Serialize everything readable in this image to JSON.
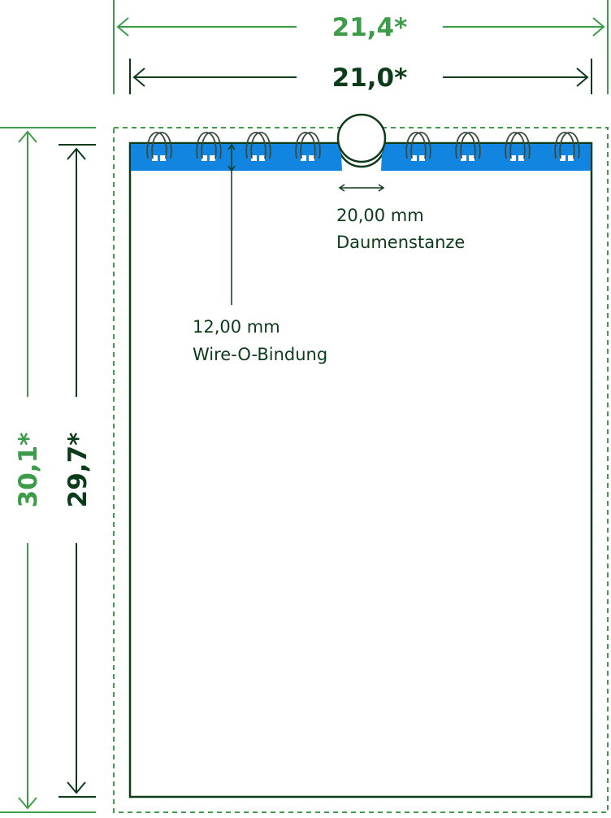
{
  "colors": {
    "outer_dim": "#3d9c49",
    "inner_dim": "#0c3b1a",
    "binding_strip": "#1185e0",
    "page_outline": "#0c3b1a",
    "dashed_outline": "#3d9c49",
    "wire": "#3a4a3e"
  },
  "dimensions": {
    "outer_width": "21,4*",
    "inner_width": "21,0*",
    "outer_height": "30,1*",
    "inner_height": "29,7*"
  },
  "annotations": {
    "thumb_cut": {
      "size": "20,00 mm",
      "label": "Daumenstanze"
    },
    "binding": {
      "size": "12,00 mm",
      "label": "Wire-O-Bindung"
    }
  },
  "wire_loops": {
    "left_count": 4,
    "right_count": 4
  }
}
